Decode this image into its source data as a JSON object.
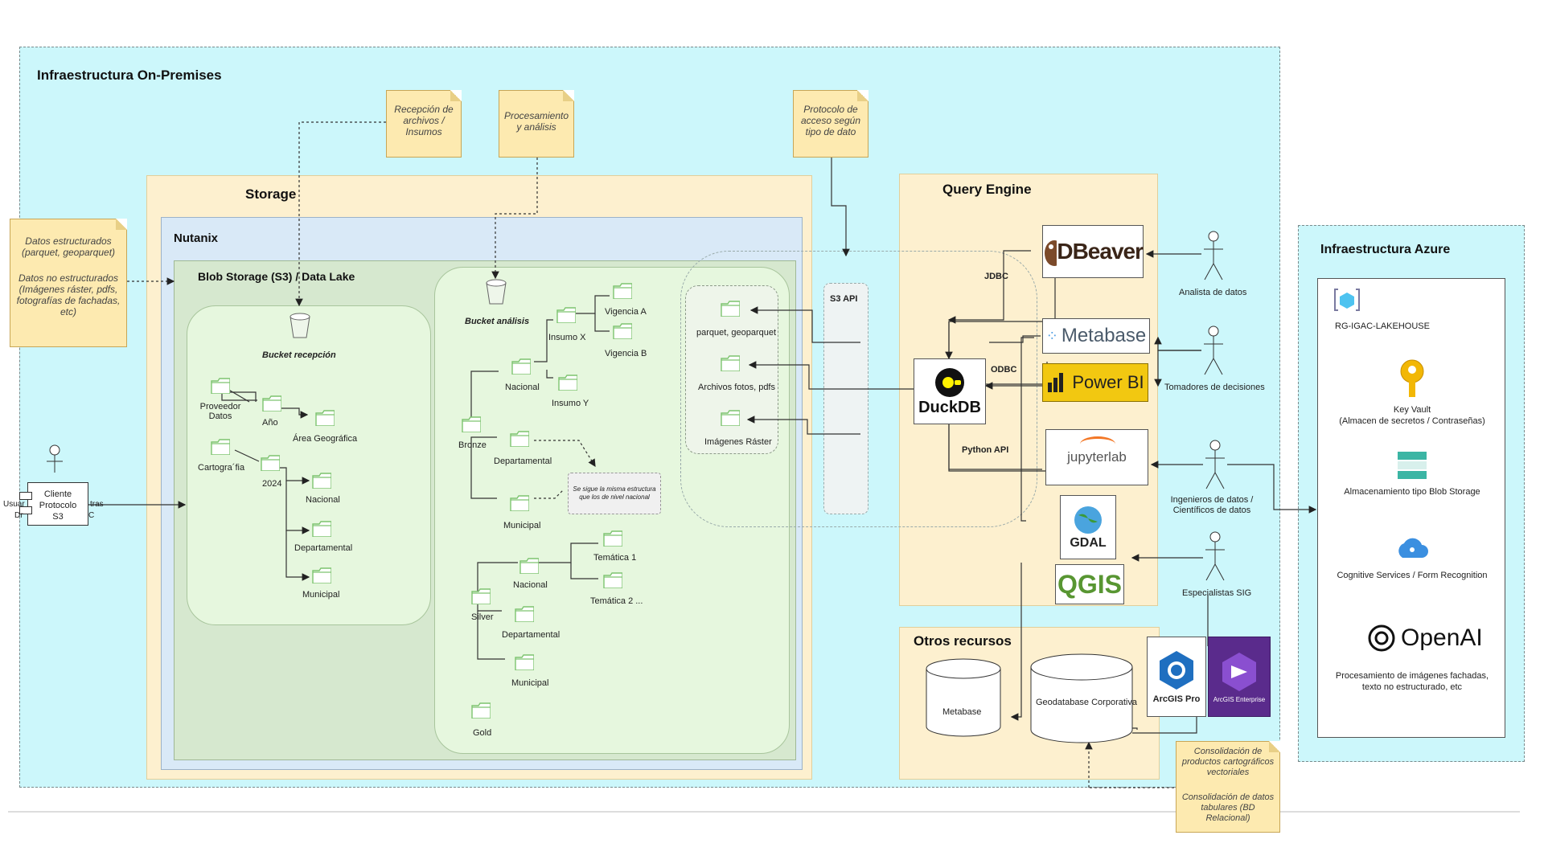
{
  "onprem": {
    "title": "Infraestructura On-Premises"
  },
  "storage": {
    "title": "Storage"
  },
  "nutanix": {
    "title": "Nutanix"
  },
  "datalake": {
    "title": "Blob Storage (S3)  / Data Lake"
  },
  "notes": {
    "recepcion": "Recepción de archivos / Insumos",
    "procesamiento": "Procesamiento y análisis",
    "protocolo": "Protocolo de acceso según tipo de dato",
    "datos_estructurados": "Datos estructurados (parquet, geoparquet)",
    "datos_no_estructurados": "Datos no estructurados (Imágenes ráster, pdfs, fotografías de fachadas, etc)",
    "consolidacion_productos": "Consolidación de productos cartográficos vectoriales",
    "consolidacion_datos": "Consolidación de datos tabulares (BD Relacional)"
  },
  "bucket_recepcion": {
    "label": "Bucket recepción",
    "proveedor": "Proveedor Datos",
    "anio": "Año",
    "area": "Área Geográfica",
    "cartografia": "Cartogra´fia",
    "y2024": "2024",
    "nacional": "Nacional",
    "departamental": "Departamental",
    "municipal": "Municipal"
  },
  "bucket_analisis": {
    "label": "Bucket análisis",
    "bronze": "Bronze",
    "nacional": "Nacional",
    "insumo_x": "Insumo X",
    "vigencia_a": "Vigencia A",
    "vigencia_b": "Vigencia B",
    "insumo_y": "Insumo Y",
    "departamental": "Departamental",
    "municipal": "Municipal",
    "misma_estructura": "Se sigue la misma estructura que los de nivel nacional",
    "silver": "Silver",
    "silver_nacional": "Nacional",
    "tematica1": "Temática 1",
    "tematica2": "Temática 2 ...",
    "silver_departamental": "Departamental",
    "silver_municipal": "Municipal",
    "gold": "Gold"
  },
  "formats": {
    "parquet": "parquet, geoparquet",
    "archivos": "Archivos fotos, pdfs",
    "raster": "Imágenes Ráster"
  },
  "s3api": "S3 API",
  "cliente": {
    "label": "Cliente Protocolo S3",
    "usuario": "Usuar",
    "tras": "tras",
    "c": "C",
    "dr": "Dr"
  },
  "query_engine": {
    "title": "Query Engine",
    "jdbc": "JDBC",
    "odbc": "ODBC",
    "python_api": "Python API"
  },
  "tools": {
    "dbeaver": "DBeaver",
    "metabase": "Metabase",
    "powerbi": "Power BI",
    "jupyter": "jupyter",
    "jupyter_lab": "lab",
    "duckdb": "DuckDB",
    "gdal": "GDAL",
    "qgis": "QGIS",
    "arcgis_pro": "ArcGIS Pro",
    "arcgis_enterprise": "ArcGIS Enterprise"
  },
  "actors": {
    "analista": "Analista de datos",
    "tomadores": "Tomadores de decisiones",
    "ingenieros": "Ingenieros de datos / Científicos de datos",
    "especialistas": "Especialistas SIG"
  },
  "otros": {
    "title": "Otros recursos",
    "metabase_db": "Metabase",
    "geodatabase": "Geodatabase Corporativa"
  },
  "azure": {
    "title": "Infraestructura Azure",
    "rg": "RG-IGAC-LAKEHOUSE",
    "keyvault": "Key Vault",
    "keyvault_sub": "(Almacen de secretos / Contraseñas)",
    "blob": "Almacenamiento tipo Blob Storage",
    "cognitive": "Cognitive Services / Form Recognition",
    "openai": "OpenAI",
    "openai_sub": "Procesamiento de imágenes fachadas, texto no estructurado, etc"
  },
  "colors": {
    "onprem_bg": "#ccf7fb",
    "storage_bg": "#fdf0cf",
    "nutanix_bg": "#d9e9f7",
    "datalake_bg": "#d6e8cf",
    "bucket_bg": "#e6f7de",
    "note_bg": "#fdeab0",
    "folder": "#7dc46f",
    "powerbi": "#f2c811",
    "arcgis_enterprise": "#5a2b8c"
  }
}
